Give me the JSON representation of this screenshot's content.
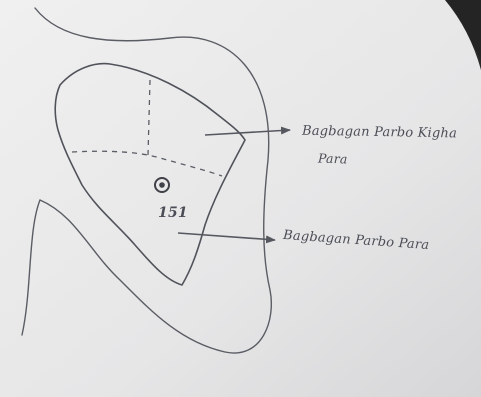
{
  "diagram": {
    "island_tag": "151",
    "labels": [
      {
        "line1": "Bagbagan Parbo Kigha",
        "line2": "Para"
      },
      {
        "line1": "Bagbagan Parbo Para"
      }
    ]
  },
  "colors": {
    "paper": "#ececec",
    "paper_shadow": "#d5d5d7",
    "background_dark": "#2b2b2b",
    "pencil": "#55585f"
  }
}
